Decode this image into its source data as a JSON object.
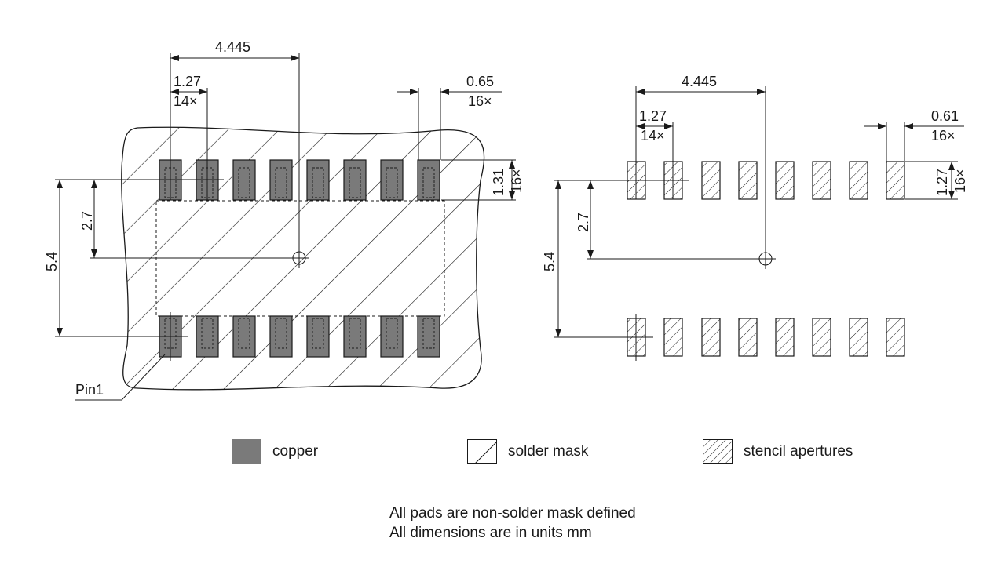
{
  "left_view": {
    "pitch_label": "4.445",
    "pin_pitch_label": "1.27",
    "pin_pitch_count": "14×",
    "pad_width_label": "0.65",
    "pad_width_count": "16×",
    "pad_height_label": "1.31",
    "pad_height_count": "16×",
    "half_span_label": "2.7",
    "span_label": "5.4",
    "pin1_label": "Pin1"
  },
  "right_view": {
    "pitch_label": "4.445",
    "pin_pitch_label": "1.27",
    "pin_pitch_count": "14×",
    "pad_width_label": "0.61",
    "pad_width_count": "16×",
    "pad_height_label": "1.27",
    "pad_height_count": "16×",
    "half_span_label": "2.7",
    "span_label": "5.4"
  },
  "legend": {
    "copper": "copper",
    "solder_mask": "solder mask",
    "stencil": "stencil apertures"
  },
  "colors": {
    "copper": "#7a7a7a",
    "line": "#1a1a1a"
  },
  "notes": {
    "line1": "All pads are non-solder mask defined",
    "line2": "All dimensions are in units mm"
  }
}
